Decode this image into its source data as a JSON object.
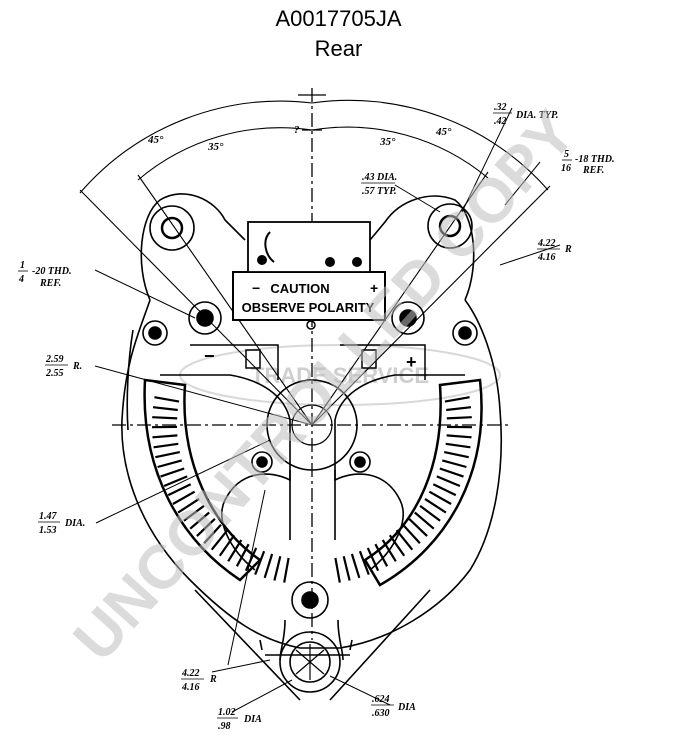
{
  "header": {
    "part_number": "A0017705JA",
    "view": "Rear"
  },
  "warning_plate": {
    "line1": "CAUTION",
    "line2": "OBSERVE POLARITY",
    "minus": "−",
    "plus": "+"
  },
  "terminals": {
    "negative": "−",
    "positive": "+"
  },
  "angles": {
    "left_outer": "45°",
    "left_inner": "35°",
    "right_inner": "35°",
    "right_outer": "45°",
    "top_center": "?"
  },
  "dimensions": {
    "top_hole_dia": {
      "upper": ".32",
      "lower": ".42",
      "suffix": "DIA. TYP."
    },
    "thread_top_right": {
      "upper": "5",
      "lower": "16",
      "suffix": "-18 THD.",
      "ref": "REF."
    },
    "hole_dia_typ": {
      "upper": ".43 DIA.",
      "lower": ".57 TYP."
    },
    "radius_right": {
      "upper": "4.22",
      "lower": "4.16",
      "suffix": "R"
    },
    "thread_left": {
      "upper": "1",
      "lower": "4",
      "suffix": "-20 THD.",
      "ref": "REF."
    },
    "radius_left": {
      "upper": "2.59",
      "lower": "2.55",
      "suffix": "R."
    },
    "hub_dia": {
      "upper": "1.47",
      "lower": "1.53",
      "suffix": "DIA."
    },
    "radius_bottom": {
      "upper": "4.22",
      "lower": "4.16",
      "suffix": "R"
    },
    "pivot_dia": {
      "upper": "1.02",
      "lower": ".98",
      "suffix": "DIA"
    },
    "bushing_dia": {
      "upper": ".624",
      "lower": ".630",
      "suffix": "DIA"
    }
  },
  "watermarks": {
    "diagonal": "UNCONTROLLED COPY",
    "center": "TRADE SERVICE"
  }
}
